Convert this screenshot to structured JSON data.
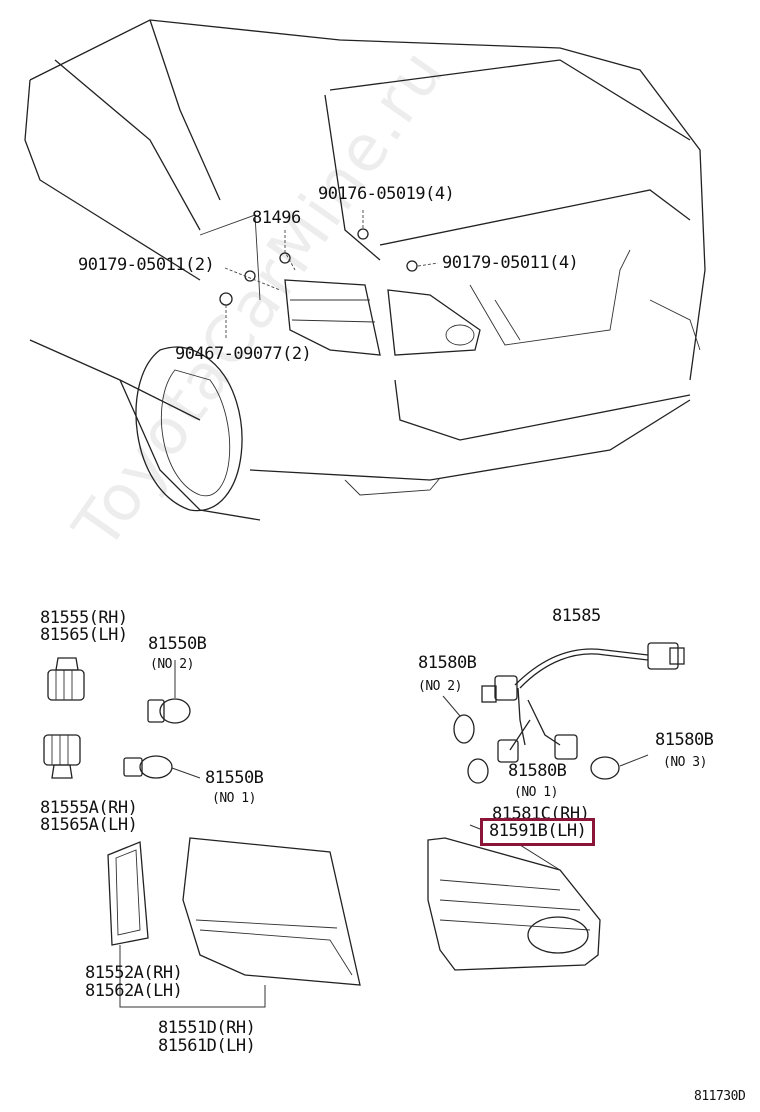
{
  "labels": {
    "p90176": "90176-05019(4)",
    "p81496": "81496",
    "p90179_left": "90179-05011(2)",
    "p90179_right": "90179-05011(4)",
    "p90467": "90467-09077(2)",
    "p81555": "81555(RH)",
    "p81565": "81565(LH)",
    "p81550b_a": "81550B",
    "p81550b_a_sub": "(NO 2)",
    "p81550b_b": "81550B",
    "p81550b_b_sub": "(NO 1)",
    "p81555a": "81555A(RH)",
    "p81565a": "81565A(LH)",
    "p81552a": "81552A(RH)",
    "p81562a": "81562A(LH)",
    "p81551d": "81551D(RH)",
    "p81561d": "81561D(LH)",
    "p81585": "81585",
    "p81580b_no2": "81580B",
    "p81580b_no2_sub": "(NO 2)",
    "p81580b_no1": "81580B",
    "p81580b_no1_sub": "(NO 1)",
    "p81580b_no3": "81580B",
    "p81580b_no3_sub": "(NO 3)",
    "p81581c": "81581C(RH)",
    "p81591b": "81591B(LH)"
  },
  "watermark": "ToyotaCarMine.ru",
  "diagram_code": "811730D",
  "highlight_color": "#8b1538"
}
